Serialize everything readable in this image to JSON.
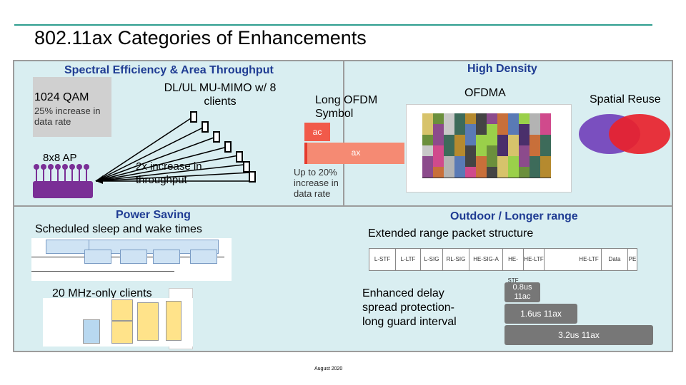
{
  "slide": {
    "title": "802.11ax Categories of Enhancements",
    "footer": "August 2020",
    "accent_color": "#2e9e8f"
  },
  "spectral": {
    "heading": "Spectral Efficiency & Area Throughput",
    "qam_title": "1024 QAM",
    "qam_note": "25% increase in data rate",
    "ap_label": "8x8 AP",
    "mumimo_label": "DL/UL MU-MIMO w/ 8 clients",
    "throughput_note": "2x increase in throughput",
    "ofdm_label": "Long OFDM Symbol",
    "bar_ac": "ac",
    "bar_ax": "ax",
    "ofdm_note": "Up to 20% increase in data rate"
  },
  "high_density": {
    "heading": "High Density",
    "ofdma_label": "OFDMA",
    "spatial_reuse_label": "Spatial Reuse"
  },
  "power": {
    "heading": "Power Saving",
    "subheading": "Scheduled sleep and wake times",
    "clients_label": "20 MHz-only clients"
  },
  "outdoor": {
    "heading": "Outdoor / Longer range",
    "subheading": "Extended range packet structure",
    "packet_fields": [
      "L-STF",
      "L-LTF",
      "L-SIG",
      "RL-SIG",
      "HE-SIG-A",
      "HE-STF",
      "HE-LTF",
      "HE-LTF",
      "Data",
      "PE"
    ],
    "guard_text": "Enhanced delay spread protection- long guard interval",
    "gi_1": "0.8us 11ac",
    "gi_2": "1.6us 11ax",
    "gi_3": "3.2us 11ax"
  }
}
